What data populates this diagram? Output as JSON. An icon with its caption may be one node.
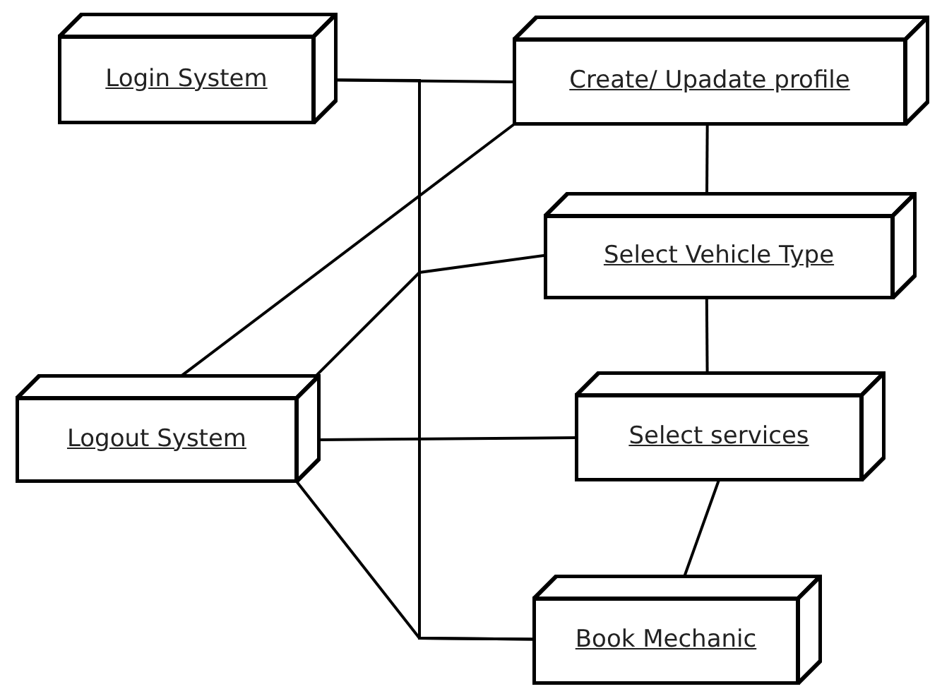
{
  "diagram": {
    "nodes": [
      {
        "text": [
          "Login System"
        ]
      },
      {
        "text": [
          "Create/ Upadate profile"
        ]
      },
      {
        "text": [
          "Select Vehicle Type"
        ]
      },
      {
        "text": [
          "Logout System"
        ]
      },
      {
        "text": [
          "Select services"
        ]
      },
      {
        "text": [
          "Book Mechanic"
        ]
      }
    ],
    "edges": [
      {
        "from": 0,
        "to": 1,
        "arrow": "none"
      },
      {
        "from": 0,
        "to": 5,
        "arrow": "none"
      },
      {
        "from": 1,
        "to": 2,
        "arrow": "none"
      },
      {
        "from": 1,
        "to": 3,
        "arrow": "none"
      },
      {
        "from": 3,
        "to": 2,
        "arrow": "none"
      },
      {
        "from": 2,
        "to": 4,
        "arrow": "none"
      },
      {
        "from": 3,
        "to": 4,
        "arrow": "none"
      },
      {
        "from": 3,
        "to": 5,
        "arrow": "none"
      },
      {
        "from": 4,
        "to": 5,
        "arrow": "none"
      }
    ]
  }
}
